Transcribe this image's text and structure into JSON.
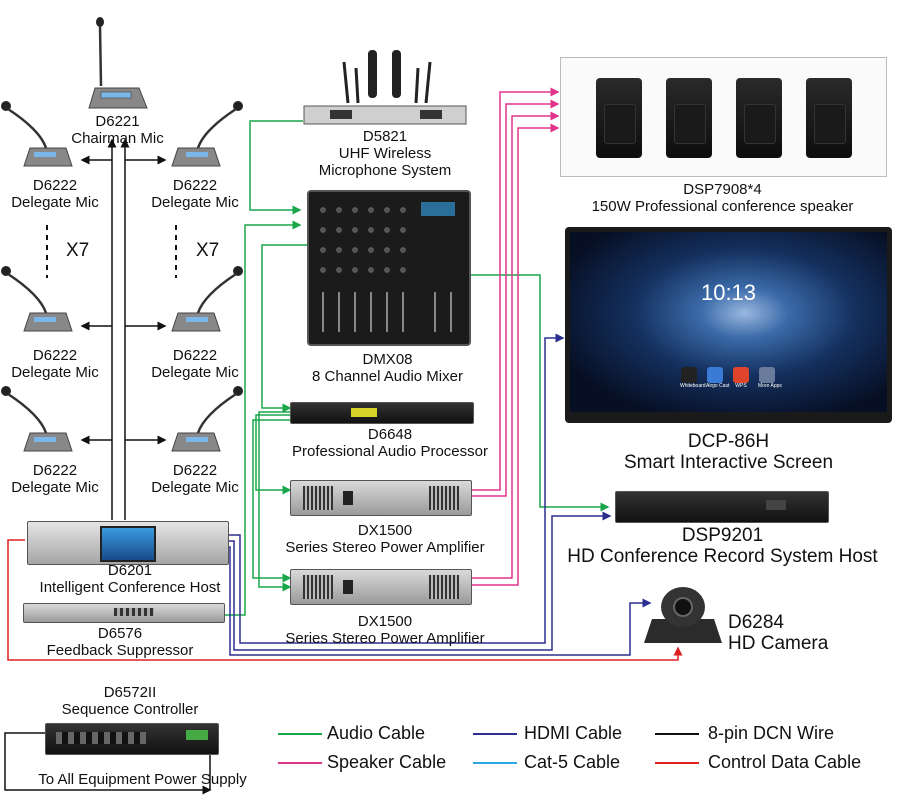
{
  "devices": {
    "chairman_mic": {
      "model": "D6221",
      "desc": "Chairman Mic"
    },
    "delegate_mic": {
      "model": "D6222",
      "desc": "Delegate Mic"
    },
    "multiplier_left": "X7",
    "multiplier_right": "X7",
    "wireless": {
      "model": "D5821",
      "desc1": "UHF Wireless",
      "desc2": "Microphone System"
    },
    "mixer": {
      "model": "DMX08",
      "desc": "8 Channel Audio Mixer"
    },
    "processor": {
      "model": "D6648",
      "desc": "Professional Audio Processor"
    },
    "amp1": {
      "model": "DX1500",
      "desc": "Series Stereo Power Amplifier"
    },
    "amp2": {
      "model": "DX1500",
      "desc": "Series Stereo Power Amplifier"
    },
    "speakers": {
      "model": "DSP7908*4",
      "desc": "150W Professional conference speaker"
    },
    "screen": {
      "model": "DCP-86H",
      "desc": "Smart Interactive Screen",
      "clock": "10:13",
      "apps": [
        "Whiteboard",
        "Airgo Cast",
        "WPS",
        "More Apps"
      ]
    },
    "recorder": {
      "model": "DSP9201",
      "desc": "HD Conference Record System Host"
    },
    "camera": {
      "model": "D6284",
      "desc": "HD Camera"
    },
    "host": {
      "model": "D6201",
      "desc": "Intelligent Conference Host"
    },
    "suppressor": {
      "model": "D6576",
      "desc": "Feedback Suppressor"
    },
    "sequencer": {
      "model": "D6572II",
      "desc": "Sequence Controller",
      "note": "To All Equipment Power Supply"
    }
  },
  "legend": [
    {
      "label": "Audio Cable",
      "color": "#1aa64a"
    },
    {
      "label": "HDMI Cable",
      "color": "#2b2f8f"
    },
    {
      "label": "8-pin DCN Wire",
      "color": "#111111"
    },
    {
      "label": "Speaker Cable",
      "color": "#e0338a"
    },
    {
      "label": "Cat-5 Cable",
      "color": "#2aa6e0"
    },
    {
      "label": "Control Data Cable",
      "color": "#e02020"
    }
  ]
}
